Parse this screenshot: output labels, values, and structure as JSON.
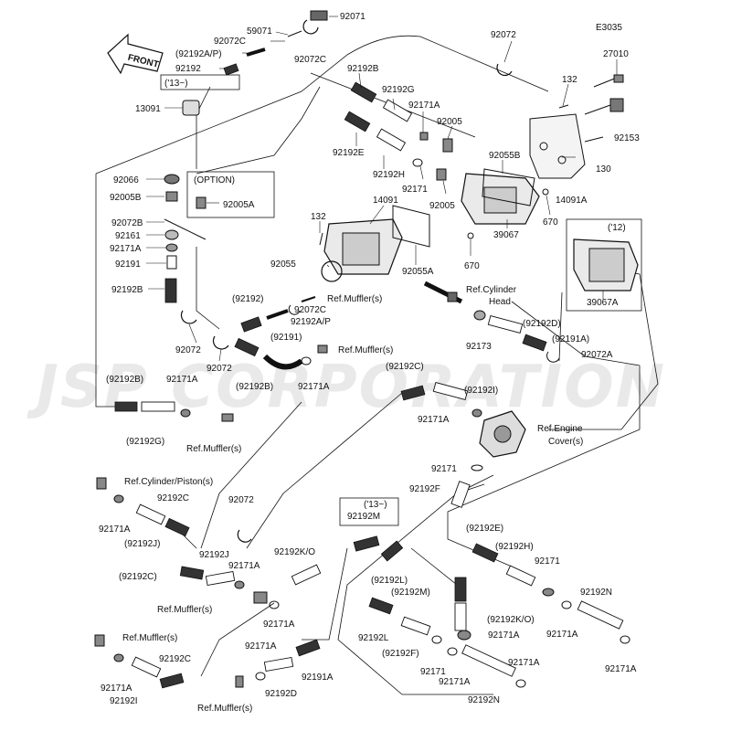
{
  "diagram": {
    "code": "E3035",
    "watermark": "JSP CORPORATION",
    "front_label": "FRONT",
    "option_label": "(OPTION)",
    "year12_label": "('12)",
    "year13_top_label": "('13~)",
    "year13_mid_label": "('13~)"
  },
  "labels": {
    "l59071": "59071",
    "l92071": "92071",
    "l92072C_a": "92072C",
    "l92072C_b": "92072C",
    "l92192A_P_top": "(92192A/P)",
    "l92192_top": "92192",
    "l13091": "13091",
    "l92072_topright": "92072",
    "l27010": "27010",
    "l132_right": "132",
    "l92153": "92153",
    "l130": "130",
    "l14091A": "14091A",
    "l92192B_top": "92192B",
    "l92192G_top": "92192G",
    "l92171A_top": "92171A",
    "l92005_top": "92005",
    "l92055B": "92055B",
    "l92192E_top": "92192E",
    "l92192H": "92192H",
    "l92171_mid": "92171",
    "l92005_mid": "92005",
    "l670_right": "670",
    "l39067": "39067",
    "l670_mid": "670",
    "l39067A": "39067A",
    "l92066": "92066",
    "l92005B": "92005B",
    "l92005A": "92005A",
    "l92072B": "92072B",
    "l92161": "92161",
    "l92171A_left": "92171A",
    "l92191": "92191",
    "l92192B_left": "92192B",
    "l14091": "14091",
    "l132_mid": "132",
    "l92055": "92055",
    "l92055A": "92055A",
    "l92192_mid": "(92192)",
    "l92072C_mid": "92072C",
    "l92192A_P_mid": "92192A/P",
    "ref_muffler_1": "Ref.Muffler(s)",
    "ref_cyl_head": "Ref.Cylinder",
    "ref_cyl_head2": "Head",
    "l92192D_r": "(92192D)",
    "l92173": "92173",
    "l92191A_r": "(92191A)",
    "l92072A": "92072A",
    "l92072_a": "92072",
    "l92072_b": "92072",
    "l92191_paren": "(92191)",
    "l92192B_mid": "(92192B)",
    "ref_muffler_2": "Ref.Muffler(s)",
    "l92171A_mid": "92171A",
    "l92192C_paren": "(92192C)",
    "l92192I_paren": "(92192I)",
    "l92192B_paren_left": "(92192B)",
    "l92171A_left2": "92171A",
    "l92192G_paren": "(92192G)",
    "ref_muffler_3": "Ref.Muffler(s)",
    "l92171A_center": "92171A",
    "ref_engine_cover": "Ref.Engine",
    "ref_engine_cover2": "Cover(s)",
    "l92171_c": "92171",
    "l92192F_c": "92192F",
    "ref_cyl_piston": "Ref.Cylinder/Piston(s)",
    "l92171A_bl": "92171A",
    "l92192C_bl": "92192C",
    "l92192J_paren": "(92192J)",
    "l92072_bl": "92072",
    "l92192J": "92192J",
    "l92192C_paren_bl": "(92192C)",
    "l92171A_bl2": "92171A",
    "ref_muffler_4": "Ref.Muffler(s)",
    "l92171A_bl3": "92171A",
    "l92192K_O": "92192K/O",
    "l92192M": "92192M",
    "l92192L_paren": "(92192L)",
    "l92192M_paren": "(92192M)",
    "l92192K_O_paren": "(92192K/O)",
    "l92171A_c2": "92171A",
    "l92192E_paren": "(92192E)",
    "l92192H_paren": "(92192H)",
    "l92171_r": "92171",
    "l92192N": "92192N",
    "l92171A_r": "92171A",
    "l92171A_r2": "92171A",
    "ref_muffler_5": "Ref.Muffler(s)",
    "l92171A_bl4": "92171A",
    "l92192C_bl2": "92192C",
    "l92171A_bl5": "92171A",
    "l92192I": "92192I",
    "l92171A_b": "92171A",
    "l92192D_b": "92192D",
    "l92191A_b": "92191A",
    "ref_muffler_6": "Ref.Muffler(s)",
    "l92192L_b": "92192L",
    "l92192F_paren_b": "(92192F)",
    "l92171_b": "92171",
    "l92171A_b2": "92171A",
    "l92171A_b3": "92171A",
    "l92192N_b": "92192N"
  }
}
